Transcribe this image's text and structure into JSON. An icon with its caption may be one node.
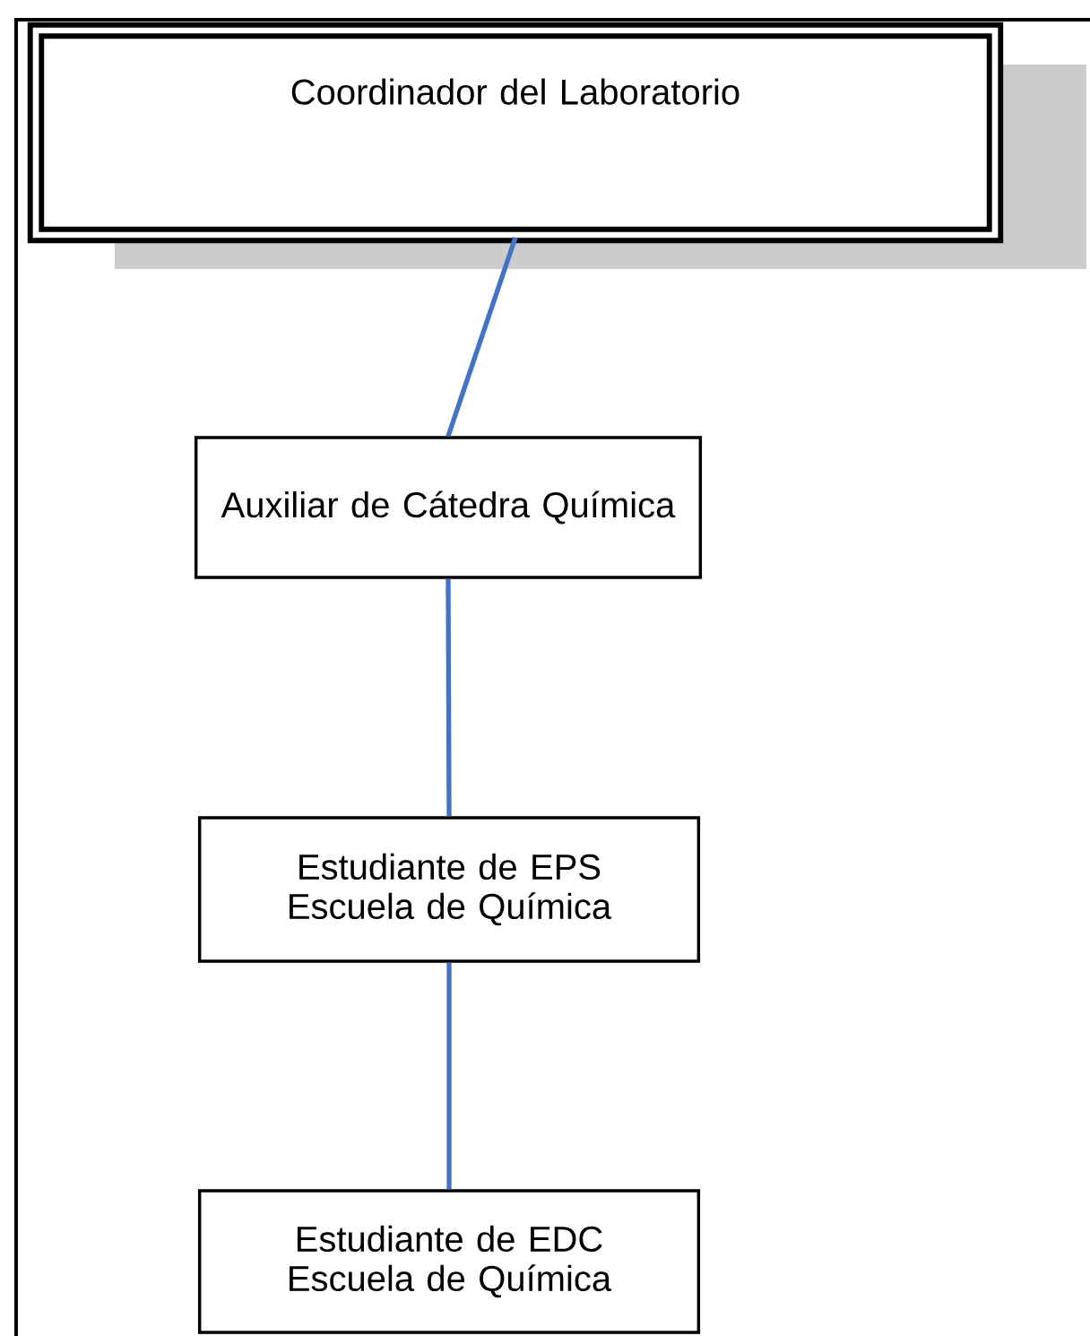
{
  "diagram": {
    "nodes": [
      {
        "text": [
          "Coordinador del Laboratorio"
        ]
      },
      {
        "text": [
          "Auxiliar de Cátedra Química"
        ]
      },
      {
        "text": [
          "Estudiante de EPS Escuela de Química"
        ]
      },
      {
        "text": [
          "Estudiante de EDC Escuela de Química"
        ]
      }
    ],
    "edges": [
      {
        "from": 0,
        "to": 1,
        "arrow": "none"
      },
      {
        "from": 1,
        "to": 2,
        "arrow": "none"
      },
      {
        "from": 2,
        "to": 3,
        "arrow": "none"
      }
    ]
  }
}
